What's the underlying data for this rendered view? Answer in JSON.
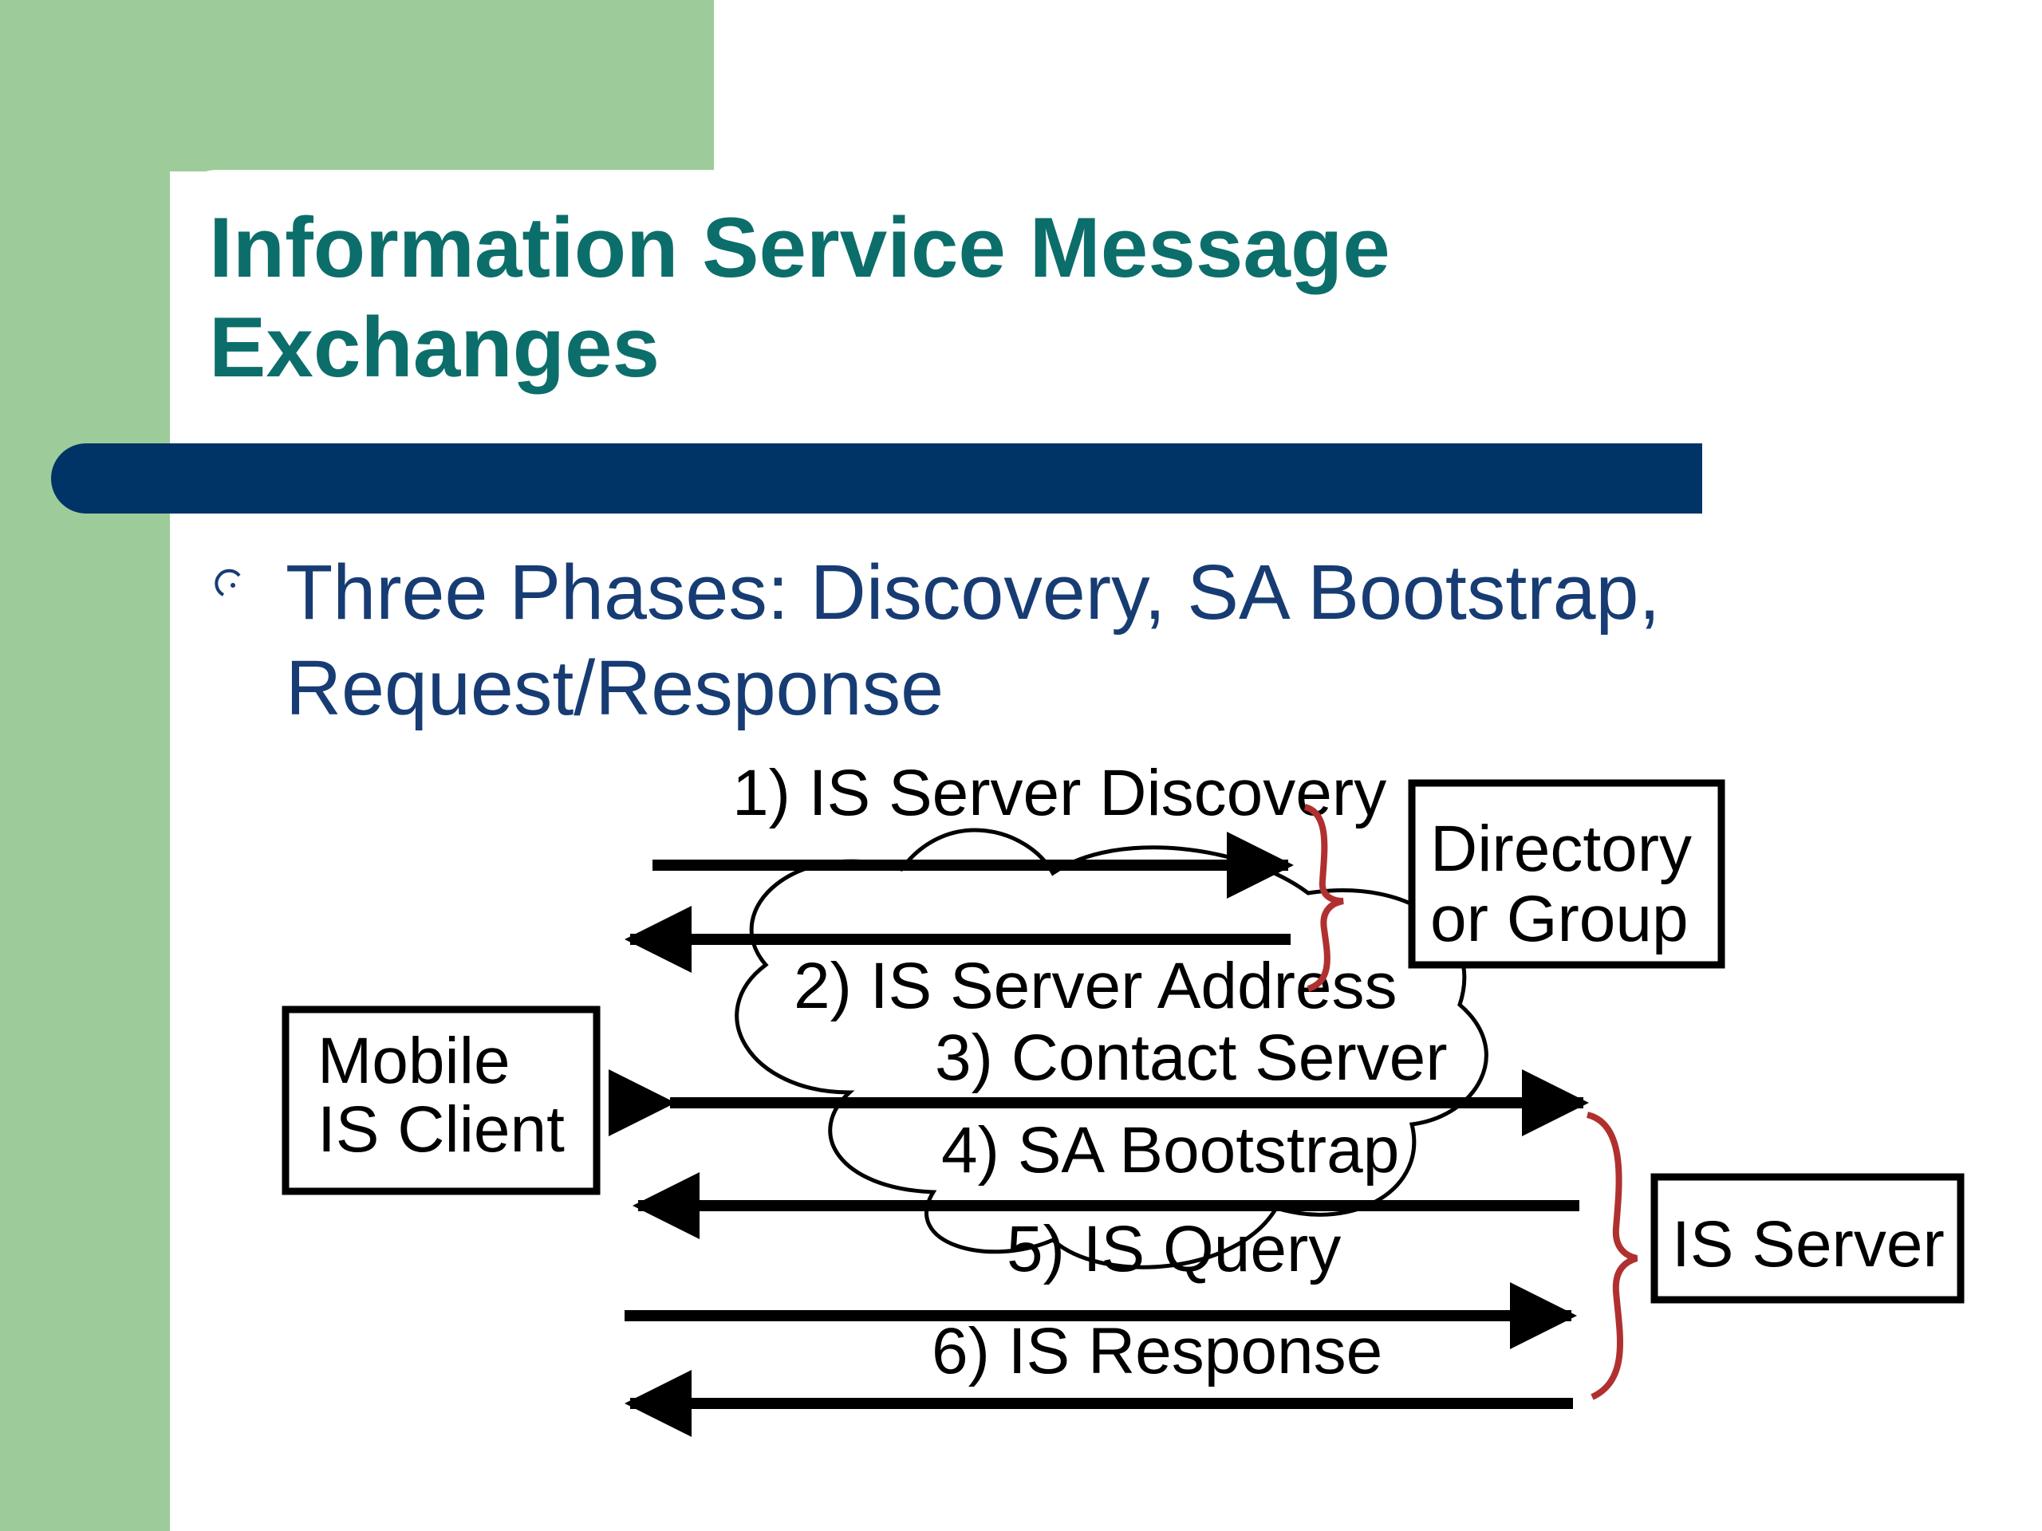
{
  "slide": {
    "title_line1": "Information Service Message",
    "title_line2": "Exchanges",
    "bullet_line1": "Three Phases: Discovery, SA Bootstrap,",
    "bullet_line2": "Request/Response"
  },
  "diagram": {
    "nodes": {
      "client": {
        "line1": "Mobile",
        "line2": "IS Client"
      },
      "directory": {
        "line1": "Directory",
        "line2": "or Group"
      },
      "server": {
        "label": "IS Server"
      }
    },
    "messages": [
      {
        "label": "1) IS Server Discovery",
        "direction": "client-to-directory"
      },
      {
        "label": "2) IS Server Address",
        "direction": "directory-to-client"
      },
      {
        "label": "3) Contact Server",
        "direction": "bidirectional"
      },
      {
        "label": "4) SA Bootstrap",
        "direction": "server-to-client"
      },
      {
        "label": "5) IS Query",
        "direction": "client-to-server"
      },
      {
        "label": "6) IS Response",
        "direction": "server-to-client"
      }
    ],
    "colors": {
      "brace": "#b03030",
      "stroke": "#000000",
      "title": "#0c6e6a",
      "bar": "#003366",
      "bullet_text": "#173c73",
      "green_background": "#9dcc9a"
    }
  }
}
